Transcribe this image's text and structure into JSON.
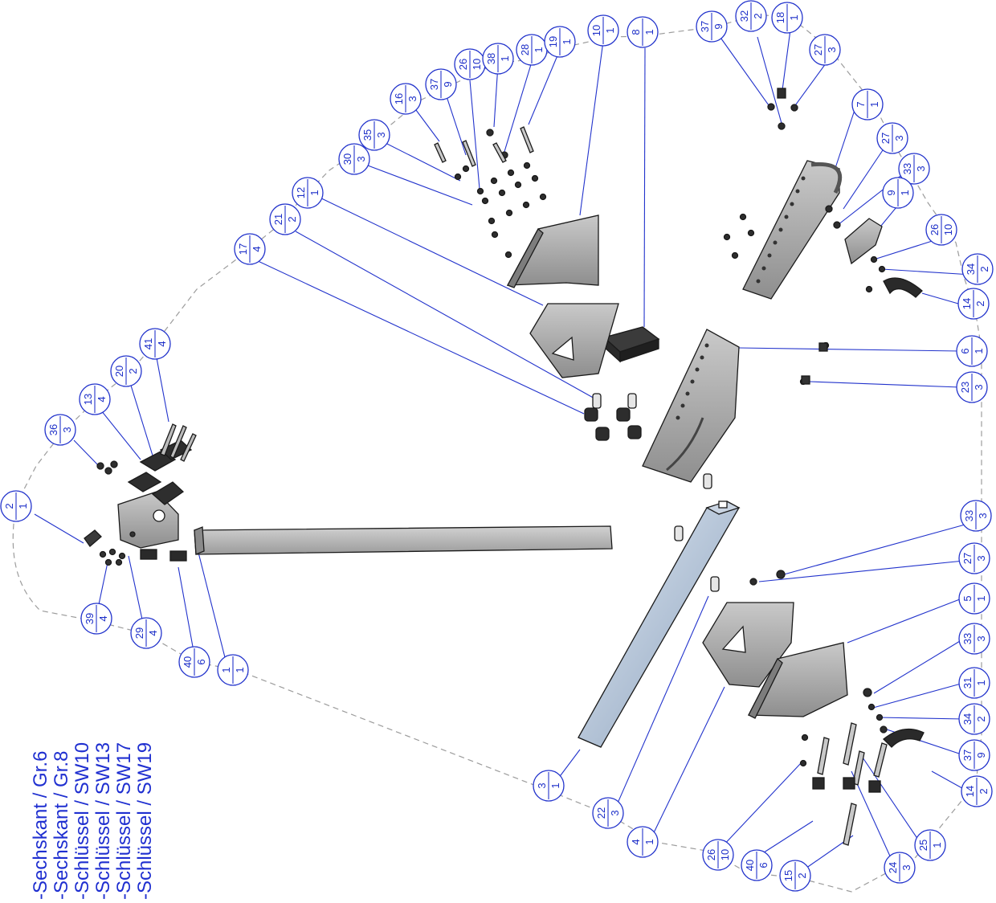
{
  "tool_list": [
    "-Sechskant / Gr.6",
    "-Sechskant / Gr.8",
    "-Schlüssel / SW10",
    "-Schlüssel / SW13",
    "-Schlüssel / SW17",
    "-Schlüssel / SW19"
  ],
  "balloons": [
    {
      "part": "2",
      "qty": "1"
    },
    {
      "part": "36",
      "qty": "3"
    },
    {
      "part": "13",
      "qty": "4"
    },
    {
      "part": "20",
      "qty": "2"
    },
    {
      "part": "41",
      "qty": "4"
    },
    {
      "part": "17",
      "qty": "4"
    },
    {
      "part": "21",
      "qty": "2"
    },
    {
      "part": "12",
      "qty": "1"
    },
    {
      "part": "30",
      "qty": "3"
    },
    {
      "part": "35",
      "qty": "3"
    },
    {
      "part": "16",
      "qty": "3"
    },
    {
      "part": "37",
      "qty": "9"
    },
    {
      "part": "26",
      "qty": "10"
    },
    {
      "part": "38",
      "qty": "1"
    },
    {
      "part": "28",
      "qty": "1"
    },
    {
      "part": "19",
      "qty": "1"
    },
    {
      "part": "10",
      "qty": "1"
    },
    {
      "part": "8",
      "qty": "1"
    },
    {
      "part": "37",
      "qty": "9"
    },
    {
      "part": "32",
      "qty": "2"
    },
    {
      "part": "18",
      "qty": "1"
    },
    {
      "part": "27",
      "qty": "3"
    },
    {
      "part": "7",
      "qty": "1"
    },
    {
      "part": "27",
      "qty": "3"
    },
    {
      "part": "33",
      "qty": "3"
    },
    {
      "part": "9",
      "qty": "1"
    },
    {
      "part": "26",
      "qty": "10"
    },
    {
      "part": "34",
      "qty": "2"
    },
    {
      "part": "14",
      "qty": "2"
    },
    {
      "part": "6",
      "qty": "1"
    },
    {
      "part": "23",
      "qty": "3"
    },
    {
      "part": "33",
      "qty": "3"
    },
    {
      "part": "27",
      "qty": "3"
    },
    {
      "part": "5",
      "qty": "1"
    },
    {
      "part": "33",
      "qty": "3"
    },
    {
      "part": "31",
      "qty": "1"
    },
    {
      "part": "34",
      "qty": "2"
    },
    {
      "part": "37",
      "qty": "9"
    },
    {
      "part": "14",
      "qty": "2"
    },
    {
      "part": "25",
      "qty": "1"
    },
    {
      "part": "24",
      "qty": "3"
    },
    {
      "part": "15",
      "qty": "2"
    },
    {
      "part": "40",
      "qty": "6"
    },
    {
      "part": "26",
      "qty": "10"
    },
    {
      "part": "4",
      "qty": "1"
    },
    {
      "part": "22",
      "qty": "3"
    },
    {
      "part": "3",
      "qty": "1"
    },
    {
      "part": "1",
      "qty": "1"
    },
    {
      "part": "40",
      "qty": "6"
    },
    {
      "part": "29",
      "qty": "4"
    },
    {
      "part": "39",
      "qty": "4"
    }
  ]
}
